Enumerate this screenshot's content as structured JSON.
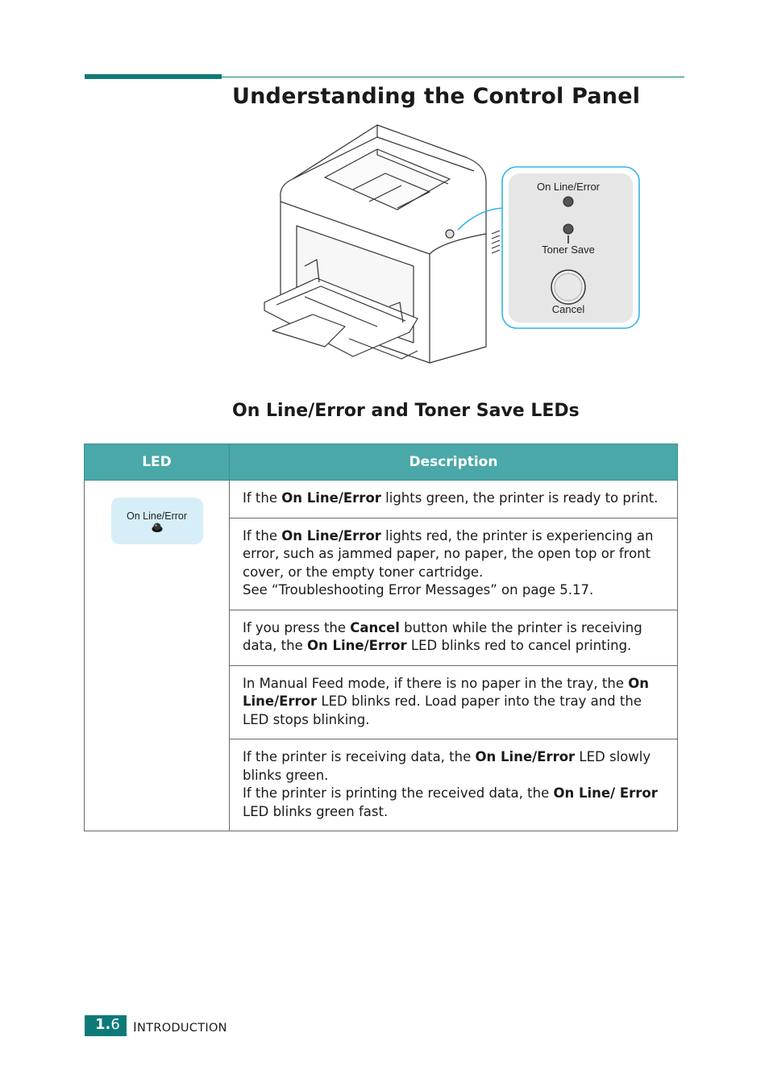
{
  "page_title": "Understanding the Control Panel",
  "figure": {
    "panel_labels": {
      "online_error": "On Line/Error",
      "toner_save": "Toner Save",
      "cancel": "Cancel"
    }
  },
  "section_title": "On Line/Error and Toner Save LEDs",
  "table": {
    "headers": [
      "LED",
      "Description"
    ],
    "led_badge_label": "On Line/Error",
    "rows": [
      [
        {
          "t": "If the "
        },
        {
          "t": "On Line/Error",
          "b": true
        },
        {
          "t": " lights green, the printer is ready to print."
        }
      ],
      [
        {
          "t": "If the "
        },
        {
          "t": "On Line/Error",
          "b": true
        },
        {
          "t": " lights red, the printer is experiencing an error, such as jammed paper, no paper, the open top or front cover, or the empty toner cartridge."
        },
        {
          "br": true
        },
        {
          "t": "See “Troubleshooting Error Messages” on page 5.17."
        }
      ],
      [
        {
          "t": "If you press the "
        },
        {
          "t": "Cancel",
          "b": true
        },
        {
          "t": " button while the printer is receiving data, the "
        },
        {
          "t": "On Line/Error",
          "b": true
        },
        {
          "t": " LED blinks red to cancel printing."
        }
      ],
      [
        {
          "t": "In Manual Feed mode, if there is no paper in the tray, the "
        },
        {
          "t": "On Line/Error",
          "b": true
        },
        {
          "t": " LED blinks red. Load paper into the tray and the LED stops blinking."
        }
      ],
      [
        {
          "t": "If the printer is receiving data, the "
        },
        {
          "t": "On Line/Error",
          "b": true
        },
        {
          "t": " LED slowly blinks green."
        },
        {
          "br": true
        },
        {
          "t": "If the printer is printing the received data, the "
        },
        {
          "t": "On Line/ Error",
          "b": true
        },
        {
          "t": " LED blinks green fast."
        }
      ]
    ]
  },
  "footer": {
    "chapter": "1.",
    "page": "6",
    "section_first": "I",
    "section_rest": "NTRODUCTION"
  }
}
